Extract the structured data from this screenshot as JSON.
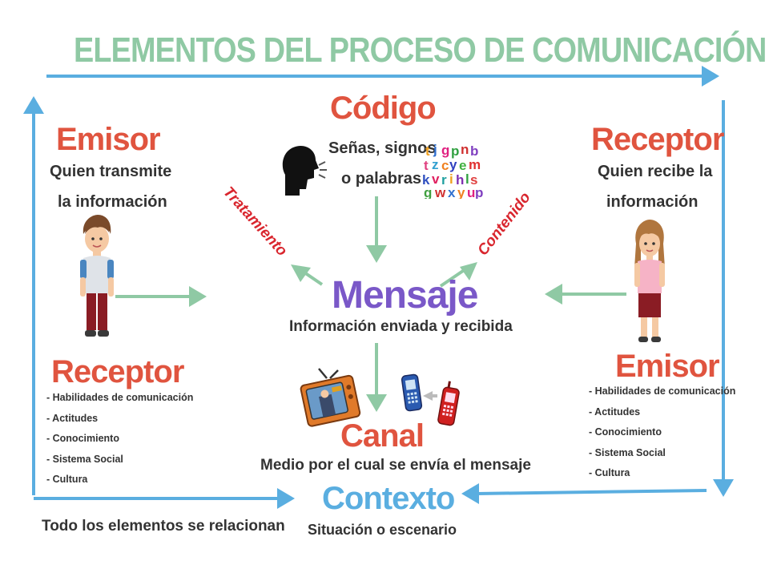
{
  "title": "ELEMENTOS DEL PROCESO DE COMUNICACIÓN",
  "colors": {
    "title": "#8fc9a4",
    "red": "#e0543f",
    "purple": "#7a58c8",
    "blue": "#5aaee0",
    "green": "#8fc9a4",
    "crimson": "#d9262e",
    "text": "#333333"
  },
  "codigo": {
    "heading": "Código",
    "line1": "Señas, signos",
    "line2": "o palabras"
  },
  "emisor_left": {
    "heading": "Emisor",
    "line1": "Quien transmite",
    "line2": "la información"
  },
  "receptor_right": {
    "heading": "Receptor",
    "line1": "Quien recibe la",
    "line2": "información"
  },
  "mensaje": {
    "heading": "Mensaje",
    "desc": "Información enviada y recibida"
  },
  "tratamiento": "Tratamiento",
  "contenido": "Contenido",
  "receptor_left": {
    "heading": "Receptor",
    "items": [
      "- Habilidades de comunicación",
      "- Actitudes",
      "- Conocimiento",
      "- Sistema Social",
      "- Cultura"
    ]
  },
  "emisor_right": {
    "heading": "Emisor",
    "items": [
      "- Habilidades de comunicación",
      "- Actitudes",
      "- Conocimiento",
      "- Sistema Social",
      "- Cultura"
    ]
  },
  "canal": {
    "heading": "Canal",
    "desc": "Medio por el cual se envía el mensaje"
  },
  "contexto": {
    "heading": "Contexto",
    "desc": "Situación o escenario"
  },
  "footer_note": "Todo los elementos se relacionan",
  "icons": [
    "speaking-head-icon",
    "letters-icon",
    "boy-icon",
    "girl-icon",
    "television-icon",
    "phones-icon"
  ]
}
